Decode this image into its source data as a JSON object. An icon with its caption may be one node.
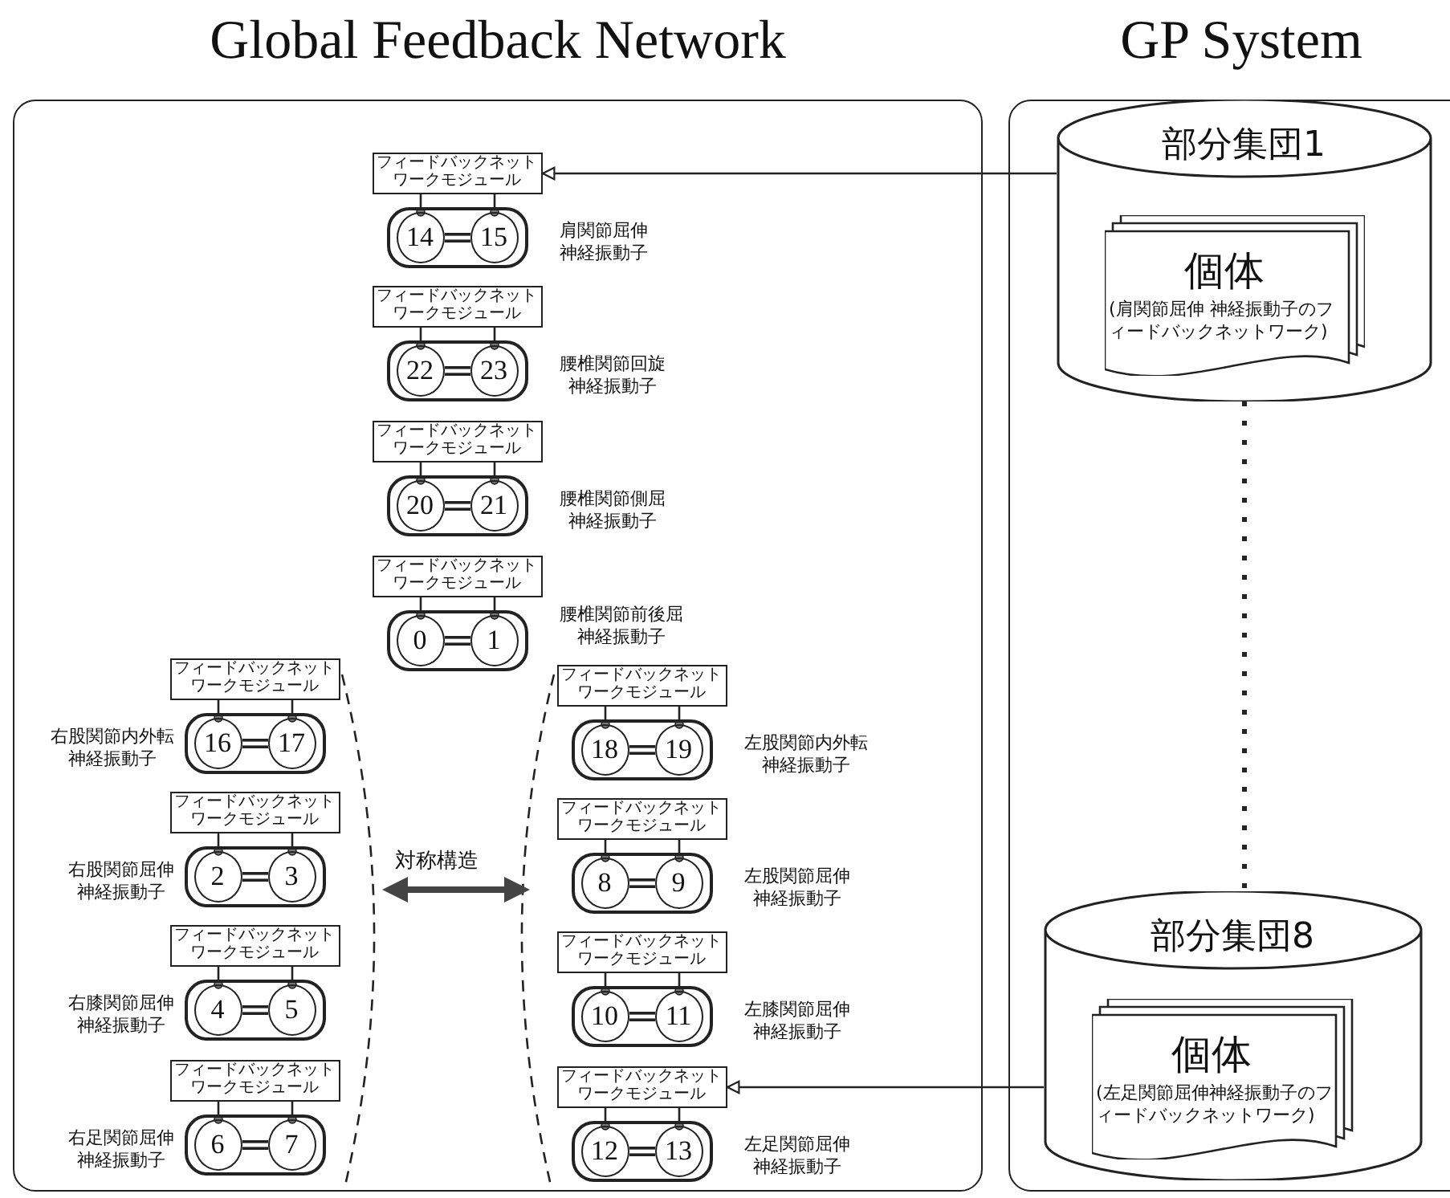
{
  "diagram": {
    "nodes": [
      {
        "text": [
          "Global Feedback Network"
        ]
      },
      {
        "text": [
          "GP System"
        ]
      },
      {
        "text": [
          "フィードバックネットワークモジュール"
        ],
        "in": 0
      },
      {
        "text": [],
        "shape": "box",
        "in": 0,
        "beside": [
          "肩関節屈伸神経振動子"
        ]
      },
      {
        "text": [
          "14"
        ],
        "in": 3
      },
      {
        "text": [
          "15"
        ],
        "in": 3
      },
      {
        "text": [
          "フィードバックネットワークモジュール"
        ],
        "in": 0
      },
      {
        "text": [],
        "shape": "box",
        "in": 0,
        "beside": [
          "腰椎関節回旋神経振動子"
        ]
      },
      {
        "text": [
          "22"
        ],
        "in": 7
      },
      {
        "text": [
          "23"
        ],
        "in": 7
      },
      {
        "text": [
          "フィードバックネットワークモジュール"
        ],
        "in": 0
      },
      {
        "text": [],
        "shape": "box",
        "in": 0,
        "beside": [
          "腰椎関節側屈神経振動子"
        ]
      },
      {
        "text": [
          "20"
        ],
        "in": 11
      },
      {
        "text": [
          "21"
        ],
        "in": 11
      },
      {
        "text": [
          "フィードバックネットワークモジュール"
        ],
        "in": 0
      },
      {
        "text": [],
        "shape": "box",
        "in": 0,
        "beside": [
          "腰椎関節前後屈神経振動子"
        ]
      },
      {
        "text": [
          "0"
        ],
        "in": 15
      },
      {
        "text": [
          "1"
        ],
        "in": 15
      },
      {
        "text": [
          "フィードバックネットワークモジュール"
        ],
        "in": 0
      },
      {
        "text": [],
        "shape": "box",
        "in": 0,
        "beside": [
          "右股関節内外転神経振動子"
        ]
      },
      {
        "text": [
          "16"
        ],
        "in": 19
      },
      {
        "text": [
          "17"
        ],
        "in": 19
      },
      {
        "text": [
          "フィードバックネットワークモジュール"
        ],
        "in": 0
      },
      {
        "text": [],
        "shape": "box",
        "in": 0,
        "beside": [
          "左股関節内外転神経振動子"
        ]
      },
      {
        "text": [
          "18"
        ],
        "in": 23
      },
      {
        "text": [
          "19"
        ],
        "in": 23
      },
      {
        "text": [
          "フィードバックネットワークモジュール"
        ],
        "in": 0
      },
      {
        "text": [],
        "shape": "box",
        "in": 0,
        "beside": [
          "右股関節屈伸神経振動子"
        ]
      },
      {
        "text": [
          "2"
        ],
        "in": 27
      },
      {
        "text": [
          "3"
        ],
        "in": 27
      },
      {
        "text": [
          "フィードバックネットワークモジュール"
        ],
        "in": 0
      },
      {
        "text": [],
        "shape": "box",
        "in": 0,
        "beside": [
          "左股関節屈伸神経振動子"
        ]
      },
      {
        "text": [
          "8"
        ],
        "in": 31
      },
      {
        "text": [
          "9"
        ],
        "in": 31
      },
      {
        "text": [
          "フィードバックネットワークモジュール"
        ],
        "in": 0
      },
      {
        "text": [],
        "shape": "box",
        "in": 0,
        "beside": [
          "右膝関節屈伸神経振動子"
        ]
      },
      {
        "text": [
          "4"
        ],
        "in": 35
      },
      {
        "text": [
          "5"
        ],
        "in": 35
      },
      {
        "text": [
          "フィードバックネットワークモジュール"
        ],
        "in": 0
      },
      {
        "text": [],
        "shape": "box",
        "in": 0,
        "beside": [
          "左膝関節屈伸神経振動子"
        ]
      },
      {
        "text": [
          "10"
        ],
        "in": 39
      },
      {
        "text": [
          "11"
        ],
        "in": 39
      },
      {
        "text": [
          "フィードバックネットワークモジュール"
        ],
        "in": 0
      },
      {
        "text": [],
        "shape": "box",
        "in": 0,
        "beside": [
          "右足関節屈伸神経振動子"
        ]
      },
      {
        "text": [
          "6"
        ],
        "in": 43
      },
      {
        "text": [
          "7"
        ],
        "in": 43
      },
      {
        "text": [
          "フィードバックネットワークモジュール"
        ],
        "in": 0
      },
      {
        "text": [],
        "shape": "box",
        "in": 0,
        "beside": [
          "左足関節屈伸神経振動子"
        ]
      },
      {
        "text": [
          "12"
        ],
        "in": 47
      },
      {
        "text": [
          "13"
        ],
        "in": 47
      },
      {
        "text": [
          "部分集団1"
        ],
        "in": 1
      },
      {
        "text": [
          "個体",
          "(肩関節屈伸 神経振動子のフィードバックネットワーク)"
        ],
        "in": 50
      },
      {
        "text": [
          "部分集団8"
        ],
        "in": 1
      },
      {
        "text": [
          "個体",
          "(左足関節屈伸神経振動子のフィードバックネットワーク)"
        ],
        "in": 52
      }
    ],
    "edges": [
      {
        "from": 2,
        "to": 4,
        "arrow": "other"
      },
      {
        "from": 2,
        "to": 5,
        "arrow": "other"
      },
      {
        "from": 4,
        "to": 5,
        "arrow": "none",
        "style": "thick"
      },
      {
        "from": 6,
        "to": 8,
        "arrow": "other"
      },
      {
        "from": 6,
        "to": 9,
        "arrow": "other"
      },
      {
        "from": 8,
        "to": 9,
        "arrow": "none",
        "style": "thick"
      },
      {
        "from": 10,
        "to": 12,
        "arrow": "other"
      },
      {
        "from": 10,
        "to": 13,
        "arrow": "other"
      },
      {
        "from": 12,
        "to": 13,
        "arrow": "none",
        "style": "thick"
      },
      {
        "from": 14,
        "to": 16,
        "arrow": "other"
      },
      {
        "from": 14,
        "to": 17,
        "arrow": "other"
      },
      {
        "from": 16,
        "to": 17,
        "arrow": "none",
        "style": "thick"
      },
      {
        "from": 18,
        "to": 20,
        "arrow": "other"
      },
      {
        "from": 18,
        "to": 21,
        "arrow": "other"
      },
      {
        "from": 20,
        "to": 21,
        "arrow": "none",
        "style": "thick"
      },
      {
        "from": 22,
        "to": 24,
        "arrow": "other"
      },
      {
        "from": 22,
        "to": 25,
        "arrow": "other"
      },
      {
        "from": 24,
        "to": 25,
        "arrow": "none",
        "style": "thick"
      },
      {
        "from": 26,
        "to": 28,
        "arrow": "other"
      },
      {
        "from": 26,
        "to": 29,
        "arrow": "other"
      },
      {
        "from": 28,
        "to": 29,
        "arrow": "none",
        "style": "thick"
      },
      {
        "from": 30,
        "to": 32,
        "arrow": "other"
      },
      {
        "from": 30,
        "to": 33,
        "arrow": "other"
      },
      {
        "from": 32,
        "to": 33,
        "arrow": "none",
        "style": "thick"
      },
      {
        "from": 34,
        "to": 36,
        "arrow": "other"
      },
      {
        "from": 34,
        "to": 37,
        "arrow": "other"
      },
      {
        "from": 36,
        "to": 37,
        "arrow": "none",
        "style": "thick"
      },
      {
        "from": 38,
        "to": 40,
        "arrow": "other"
      },
      {
        "from": 38,
        "to": 41,
        "arrow": "other"
      },
      {
        "from": 40,
        "to": 41,
        "arrow": "none",
        "style": "thick"
      },
      {
        "from": 42,
        "to": 44,
        "arrow": "other"
      },
      {
        "from": 42,
        "to": 45,
        "arrow": "other"
      },
      {
        "from": 44,
        "to": 45,
        "arrow": "none",
        "style": "thick"
      },
      {
        "from": 46,
        "to": 48,
        "arrow": "other"
      },
      {
        "from": 46,
        "to": 49,
        "arrow": "other"
      },
      {
        "from": 48,
        "to": 49,
        "arrow": "none",
        "style": "thick"
      },
      {
        "from": 50,
        "to": 2,
        "arrow": "to"
      },
      {
        "from": 52,
        "to": 46,
        "arrow": "to"
      },
      {
        "from": 50,
        "to": 52,
        "arrow": "none",
        "style": "dashed"
      }
    ],
    "labels": [
      "対称構造"
    ]
  }
}
